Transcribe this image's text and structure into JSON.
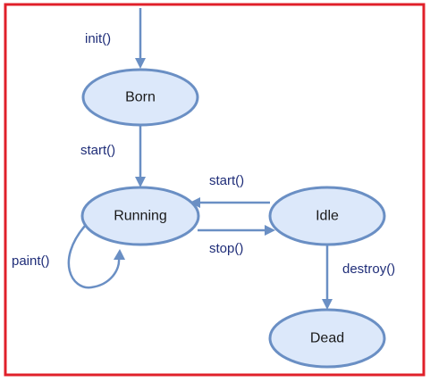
{
  "colors": {
    "frame_border": "#e0202a",
    "state_fill": "#dce8fa",
    "state_stroke": "#6a8fc4",
    "edge": "#6a8fc4",
    "edge_label": "#1f2d78",
    "state_label": "#1a1a1a"
  },
  "states": {
    "born": "Born",
    "running": "Running",
    "idle": "Idle",
    "dead": "Dead"
  },
  "transitions": {
    "init": "init()",
    "start_born": "start()",
    "start_idle": "start()",
    "stop": "stop()",
    "paint": "paint()",
    "destroy": "destroy()"
  }
}
